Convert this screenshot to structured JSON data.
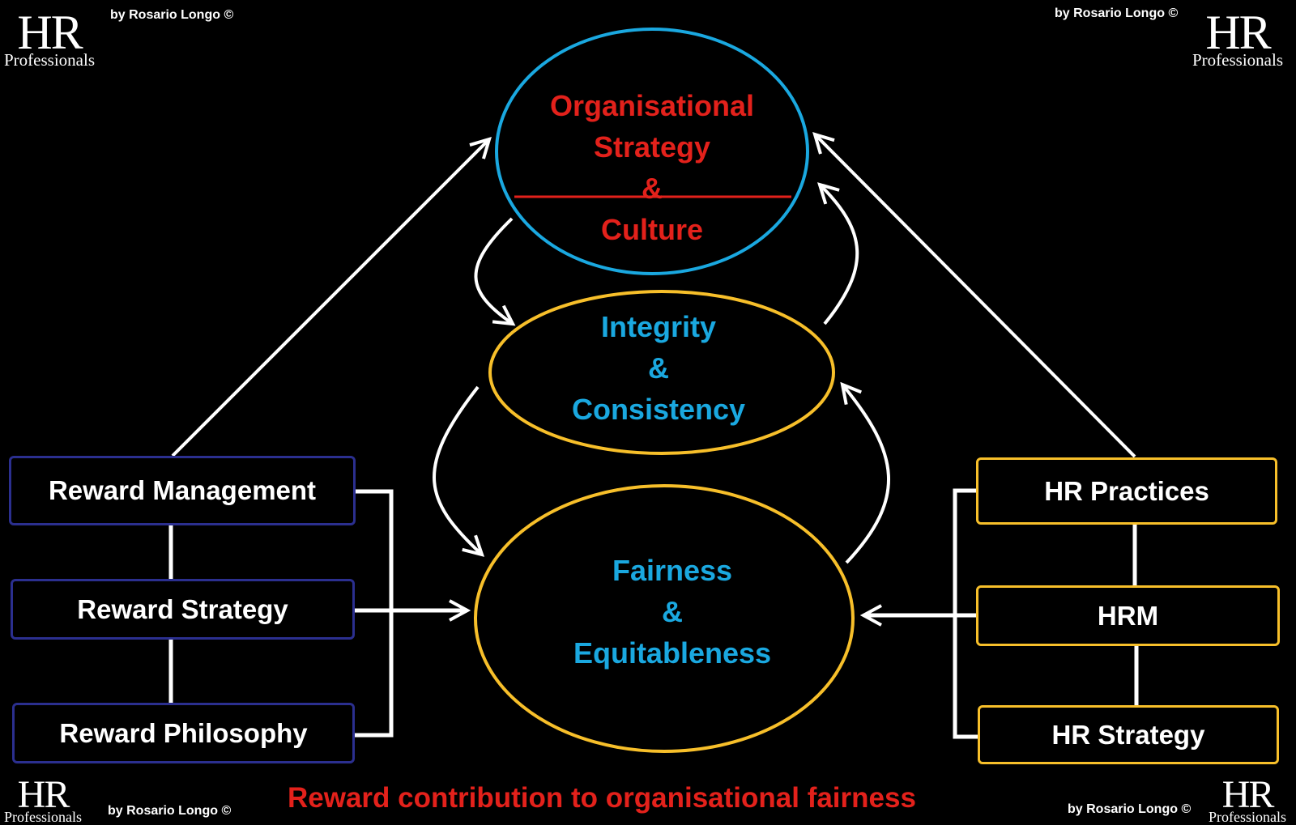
{
  "branding": {
    "logo_main": "HR",
    "logo_sub": "Professionals",
    "credit": "by Rosario Longo ©"
  },
  "nodes": {
    "strategy": {
      "line1": "Organisational",
      "line2": "Strategy",
      "line3": "&",
      "line4": "Culture"
    },
    "integrity": {
      "line1": "Integrity",
      "line2": "&",
      "line3": "Consistency"
    },
    "fairness": {
      "line1": "Fairness",
      "line2": "&",
      "line3": "Equitableness"
    }
  },
  "reward_boxes": [
    "Reward Management",
    "Reward Strategy",
    "Reward Philosophy"
  ],
  "hr_boxes": [
    "HR Practices",
    "HRM",
    "HR Strategy"
  ],
  "caption": "Reward contribution to organisational fairness",
  "colors": {
    "background": "#000000",
    "red": "#e3211b",
    "cyan": "#1aa8e0",
    "gold": "#f7bf2a",
    "navy": "#2b2f8f",
    "white": "#ffffff"
  }
}
